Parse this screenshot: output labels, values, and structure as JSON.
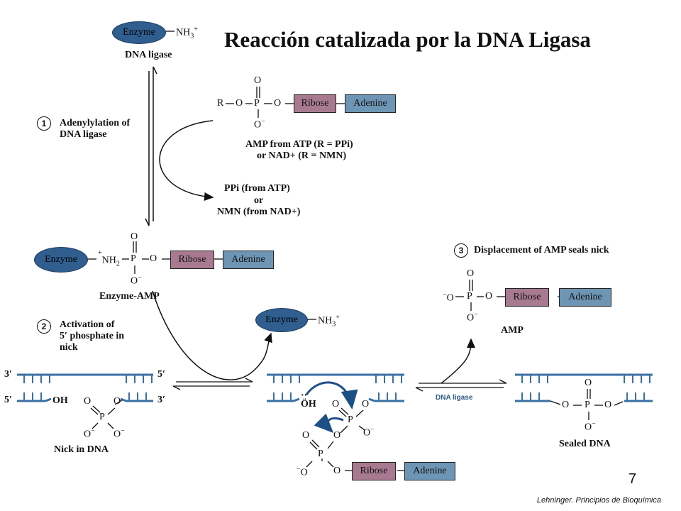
{
  "title": "Reacción catalizada por la DNA Ligasa",
  "page_number": "7",
  "citation": "Lehninger. Principios de Bioquímica",
  "labels": {
    "enzyme": "Enzyme",
    "nh3": "NH3+",
    "nh2": "NH2",
    "dna_ligase": "DNA ligase",
    "ribose": "Ribose",
    "adenine": "Adenine",
    "amp_source_line1": "AMP from ATP (R = PPi)",
    "amp_source_line2": "or NAD+ (R = NMN)",
    "byproduct_line1": "PPi  (from ATP)",
    "byproduct_line2": "or",
    "byproduct_line3": "NMN (from NAD+)",
    "enzyme_amp": "Enzyme-AMP",
    "amp": "AMP",
    "nick_in_dna": "Nick in DNA",
    "sealed_dna": "Sealed DNA",
    "dna_ligase_arrow": "DNA ligase",
    "oh": "OH",
    "three_prime": "3′",
    "five_prime": "5′"
  },
  "steps": [
    {
      "num": "1",
      "line1": "Adenylylation of",
      "line2": "DNA ligase",
      "line3": ""
    },
    {
      "num": "2",
      "line1": "Activation of",
      "line2": "5′ phosphate in",
      "line3": "nick"
    },
    {
      "num": "3",
      "line1": "Displacement of AMP seals nick",
      "line2": "",
      "line3": ""
    }
  ],
  "colors": {
    "enzyme": "#2f5e8f",
    "ribose": "#a87a91",
    "adenine": "#6e95b3",
    "dna_strand": "#3a6fa3"
  }
}
